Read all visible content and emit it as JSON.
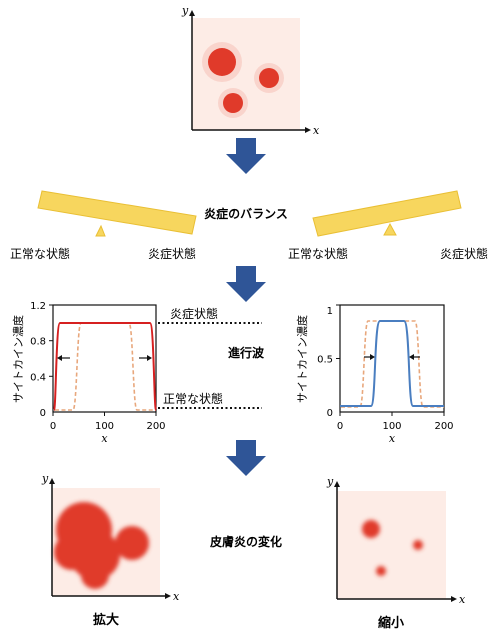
{
  "colors": {
    "arrow": "#2f5597",
    "seesaw": "#f7d65e",
    "seesaw_stroke": "#e9bf34",
    "lesion": "#e03a2a",
    "panel_bg": "#fdece6",
    "red_curve": "#d62020",
    "blue_curve": "#4a7ec0",
    "dash_curve": "#e8a77c"
  },
  "icons": {
    "arrows": "down-arrow-icon",
    "seesaw": "seesaw-icon"
  },
  "top_panel": {
    "x_label": "x",
    "y_label": "y"
  },
  "balance": {
    "title": "炎症のバランス",
    "left": {
      "label_left": "正常な状態",
      "label_right": "炎症状態"
    },
    "right": {
      "label_left": "正常な状態",
      "label_right": "炎症状態"
    }
  },
  "middle": {
    "title": "進行波",
    "inflamed_label": "炎症状態",
    "normal_label": "正常な状態",
    "left_chart": {
      "y_label": "サイトカイン濃度",
      "x_label": "x",
      "y_ticks": [
        "1.2",
        "0.8",
        "0.4",
        "0"
      ],
      "x_ticks": [
        "0",
        "100",
        "200"
      ]
    },
    "right_chart": {
      "y_label": "サイトカイン濃度",
      "x_label": "x",
      "y_ticks": [
        "1",
        "0.5",
        "0"
      ],
      "x_ticks": [
        "0",
        "100",
        "200"
      ]
    }
  },
  "bottom": {
    "title": "皮膚炎の変化",
    "left": {
      "caption": "拡大",
      "x_label": "x",
      "y_label": "y"
    },
    "right": {
      "caption": "縮小",
      "x_label": "x",
      "y_label": "y"
    }
  }
}
